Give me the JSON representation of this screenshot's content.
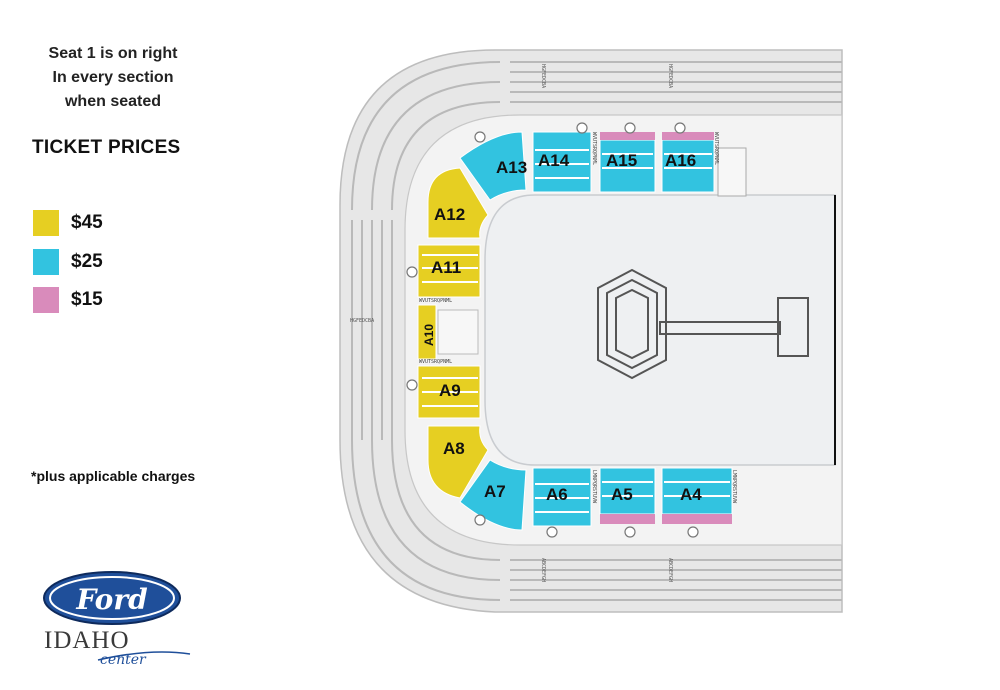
{
  "note": {
    "line1": "Seat 1 is on right",
    "line2": "In every section",
    "line3": "when seated"
  },
  "prices_title": "TICKET PRICES",
  "legend": [
    {
      "label": "$45",
      "color": "#e6cf22"
    },
    {
      "label": "$25",
      "color": "#32c3e0"
    },
    {
      "label": "$15",
      "color": "#d98bbb"
    }
  ],
  "footnote": "*plus applicable charges",
  "logo": {
    "brand": "Ford",
    "name": "IDAHO",
    "sub": "center"
  },
  "sections": {
    "a4": "A4",
    "a5": "A5",
    "a6": "A6",
    "a7": "A7",
    "a8": "A8",
    "a9": "A9",
    "a10": "A10",
    "a11": "A11",
    "a12": "A12",
    "a13": "A13",
    "a14": "A14",
    "a15": "A15",
    "a16": "A16"
  },
  "row_letters": {
    "outer": "HGFEDCBA",
    "outer_bottom": "ABCDEFGH",
    "inner": "WVUTSRQPNML",
    "inner_bottom": "LMNPQRSTUVW"
  },
  "colors": {
    "gold": "#e6cf22",
    "blue": "#32c3e0",
    "pink": "#d98bbb",
    "grey": "#c8c8c8",
    "floor": "#eef0f2"
  }
}
